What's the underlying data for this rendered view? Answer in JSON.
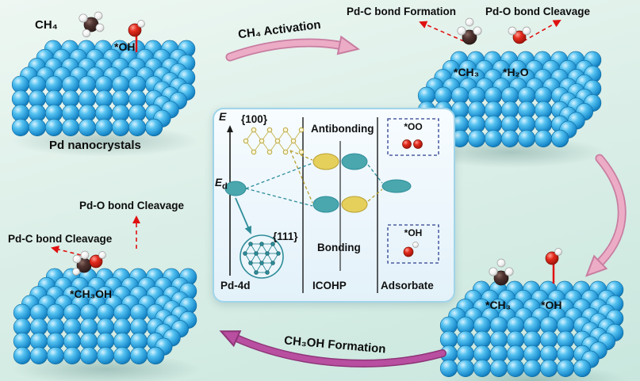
{
  "colors": {
    "pink": "#ecacc6",
    "pink_edge": "#c87da0",
    "magenta": "#b94fa0",
    "magenta_edge": "#8e3578",
    "red": "#e01010",
    "teal": "#2e8d99",
    "teal_fill": "#4aa7ad",
    "yellow": "#e6d05c",
    "yellow_edge": "#b89f2e",
    "panel_border": "#9fd4ea",
    "pd_sphere": "#2fa9e4",
    "oxygen": "#d2150b",
    "carbon": "#432b27",
    "hydrogen": "#ffffff",
    "background_top": "#eef7f2",
    "background_bottom": "#c9e7de"
  },
  "stages": {
    "top_left": {
      "molecule": "CH₄",
      "adsorbate": "*OH",
      "caption": "Pd nanocrystals"
    },
    "top_right": {
      "annotation_left": "Pd-C bond Formation",
      "annotation_right": "Pd-O bond Cleavage",
      "adsorbate_left": "*CH₃",
      "adsorbate_right": "*H₂O"
    },
    "bottom_right": {
      "adsorbate_left": "*CH₃",
      "adsorbate_right": "*OH"
    },
    "bottom_left": {
      "annotation_top": "Pd-O bond Cleavage",
      "annotation_bottom": "Pd-C bond Cleavage",
      "adsorbate": "*CH₃OH"
    }
  },
  "arrows": {
    "top": "CH₄ Activation",
    "bottom": "CH₃OH Formation"
  },
  "inset": {
    "energy_axis": "E",
    "d_band_base": "E",
    "d_band_sub": "d",
    "facet_100": "{100}",
    "facet_111": "{111}",
    "orbital": "Pd-4d",
    "antibonding": "Antibonding",
    "bonding": "Bonding",
    "x_axis": "ICOHP",
    "column_right": "Adsorbate",
    "adsorbate_oo": "*OO",
    "adsorbate_oh": "*OH"
  }
}
